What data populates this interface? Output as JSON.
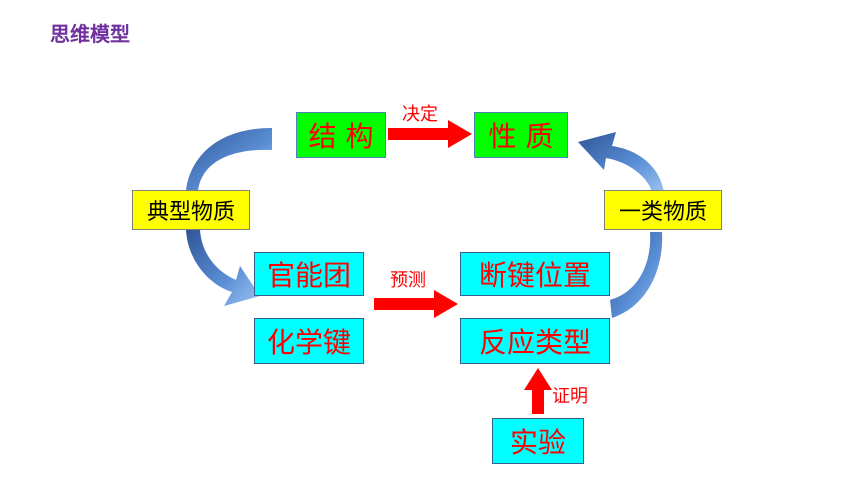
{
  "title": "思维模型",
  "nodes": {
    "structure": "结 构",
    "property": "性 质",
    "typical_substance": "典型物质",
    "class_substance": "一类物质",
    "functional_group": "官能团",
    "chemical_bond": "化学键",
    "bond_break_position": "断键位置",
    "reaction_type": "反应类型",
    "experiment": "实验"
  },
  "edges": {
    "determines": "决定",
    "predict": "预测",
    "prove": "证明"
  },
  "colors": {
    "title": "#7030a0",
    "text": "#ff0000",
    "green_box": "#00ff00",
    "cyan_box": "#00ffff",
    "yellow_box": "#ffff00",
    "curved_arrow": "#4f81bd"
  }
}
